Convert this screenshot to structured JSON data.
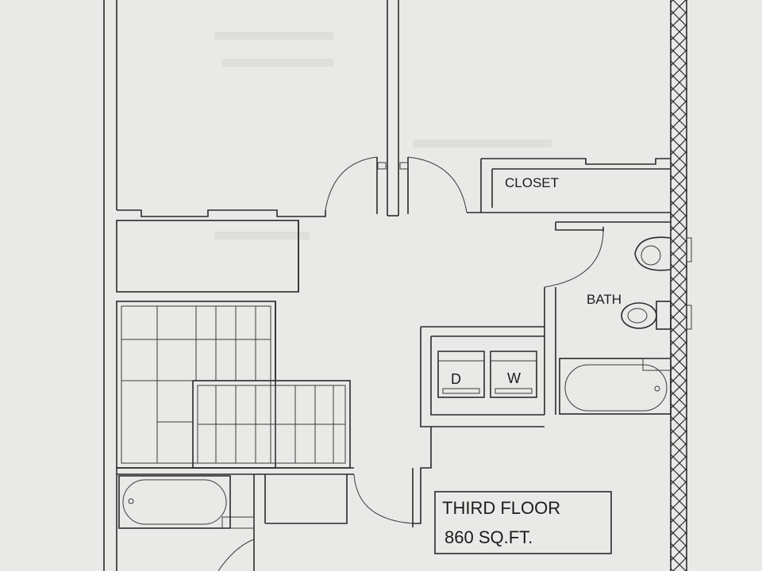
{
  "labels": {
    "closet": "CLOSET",
    "bath": "BATH",
    "dryer": "D",
    "washer": "W",
    "floor_title": "THIRD FLOOR",
    "floor_area": "860 SQ.FT."
  },
  "colors": {
    "paper": "#e9e9e7",
    "ink": "#2b2b2b"
  },
  "icons": [
    "toilet-icon",
    "sink-icon",
    "bathtub-icon",
    "door-swing-icon",
    "exterior-wall-hatch-icon"
  ]
}
